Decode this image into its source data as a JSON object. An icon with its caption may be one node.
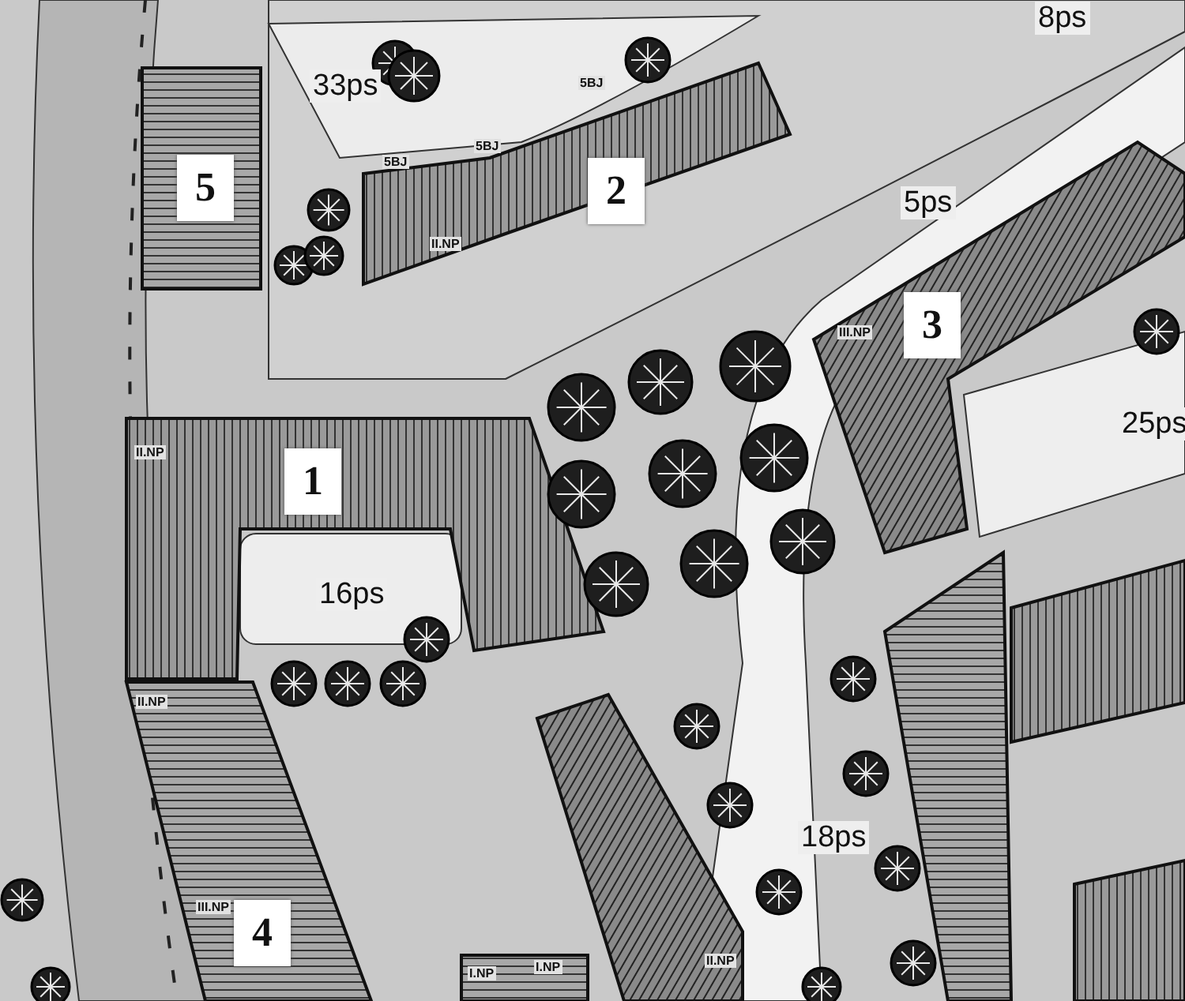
{
  "diagram": {
    "labels": [
      "33ps",
      "8ps",
      "5BJ",
      "5BJ",
      "5BJ",
      "5",
      "2",
      "II.NP",
      "5ps",
      "3",
      "III.NP",
      "1",
      "II.NP",
      "25ps",
      "16ps",
      "II.NP",
      "18ps",
      "III.NP",
      "4",
      "I.NP",
      "I.NP",
      "II.NP"
    ]
  }
}
